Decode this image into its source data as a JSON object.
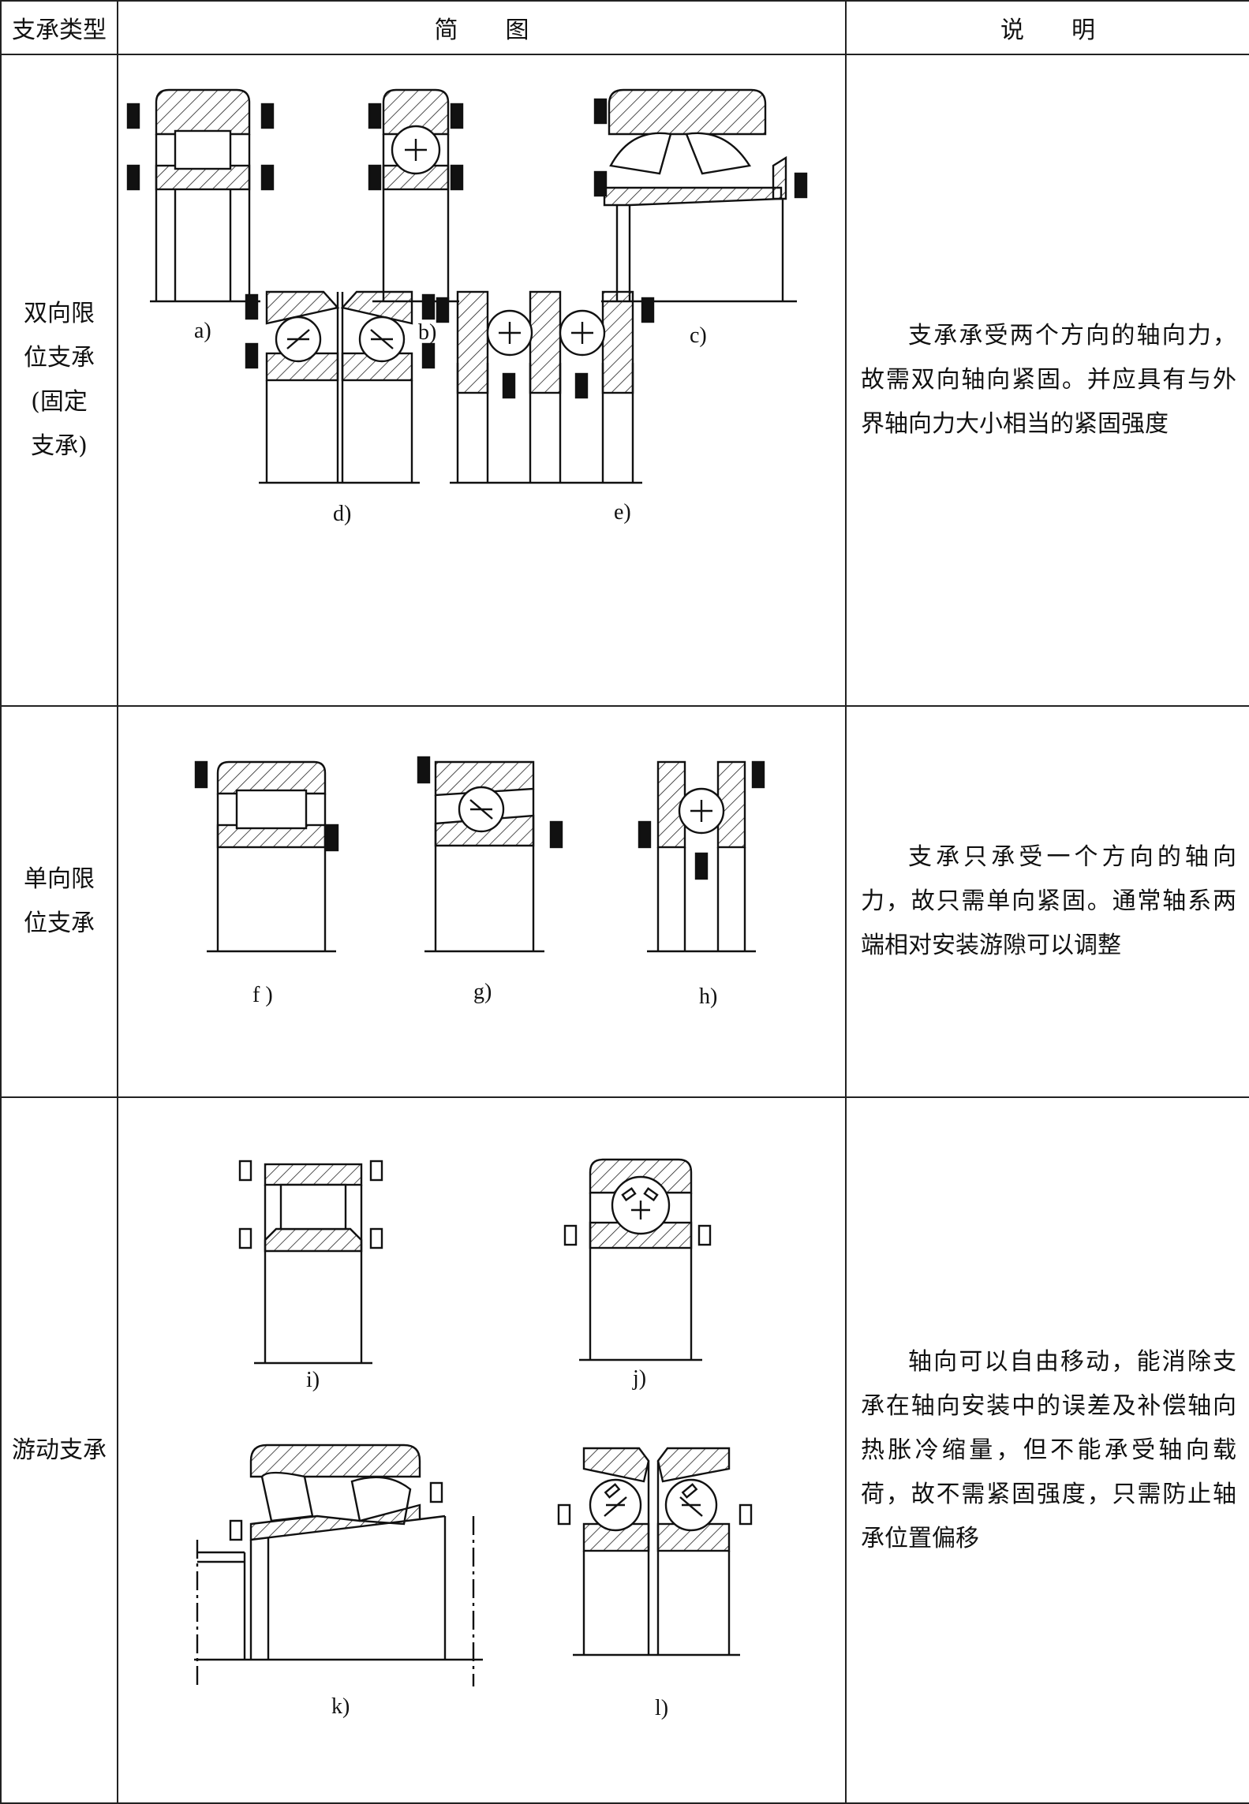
{
  "header": {
    "col_type": "支承类型",
    "col_figure": "简　　图",
    "col_desc": "说　　明"
  },
  "rows": [
    {
      "type_lines": [
        "双向限",
        "位支承",
        "(固定",
        "支承)"
      ],
      "description": "支承承受两个方向的轴向力，故需双向轴向紧固。并应具有与外界轴向力大小相当的紧固强度",
      "labels": {
        "a": "a)",
        "b": "b)",
        "c": "c)",
        "d": "d)",
        "e": "e)"
      }
    },
    {
      "type_lines": [
        "单向限",
        "位支承"
      ],
      "description": "支承只承受一个方向的轴向力，故只需单向紧固。通常轴系两端相对安装游隙可以调整",
      "labels": {
        "f": "f )",
        "g": "g)",
        "h": "h)"
      }
    },
    {
      "type_lines": [
        "游动支承"
      ],
      "description": "轴向可以自由移动，能消除支承在轴向安装中的误差及补偿轴向热胀冷缩量，但不能承受轴向载荷，故不需紧固强度，只需防止轴承位置偏移",
      "labels": {
        "i": "i)",
        "j": "j)",
        "k": "k)",
        "l": "l)"
      }
    }
  ]
}
